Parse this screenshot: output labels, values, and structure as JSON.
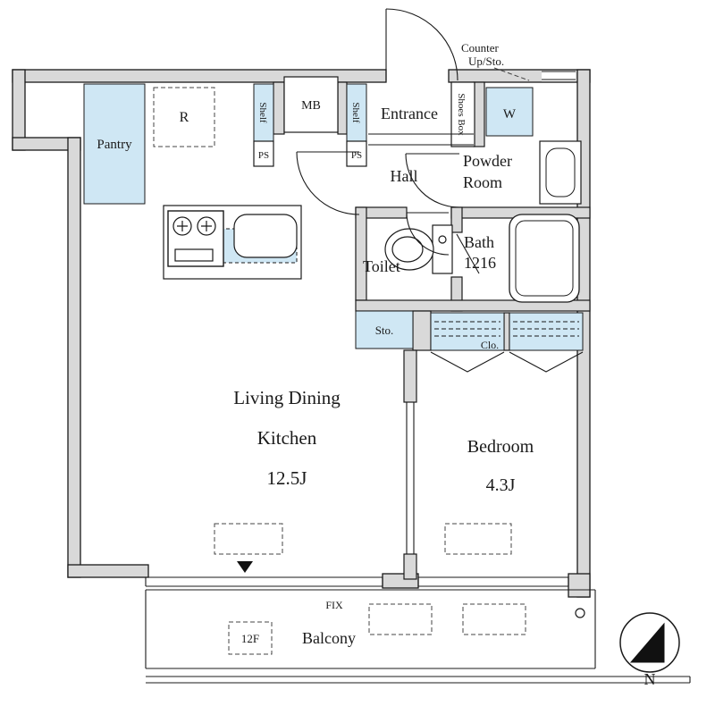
{
  "plan": {
    "rooms": {
      "pantry": "Pantry",
      "fridge": "R",
      "shelf_left": "Shelf",
      "ps_left": "PS",
      "meter_box": "MB",
      "shelf_right": "Shelf",
      "ps_right": "PS",
      "entrance": "Entrance",
      "shoes_box": "Shoes Box",
      "washer": "W",
      "hall": "Hall",
      "powder_line1": "Powder",
      "powder_line2": "Room",
      "toilet": "Toilet",
      "bath_line1": "Bath",
      "bath_line2": "1216",
      "storage": "Sto.",
      "closet": "Clo.",
      "ldk_line1": "Living Dining",
      "ldk_line2": "Kitchen",
      "ldk_size": "12.5J",
      "bedroom": "Bedroom",
      "bedroom_size": "4.3J",
      "balcony": "Balcony"
    },
    "annotations": {
      "counter_line1": "Counter",
      "counter_line2": "Up/Sto.",
      "fix_window": "FIX",
      "floor_level": "12F",
      "compass_north": "N"
    },
    "colors": {
      "highlight": "#cfe7f4",
      "wall": "#d9d9d9",
      "line": "#1a1a1a"
    }
  }
}
